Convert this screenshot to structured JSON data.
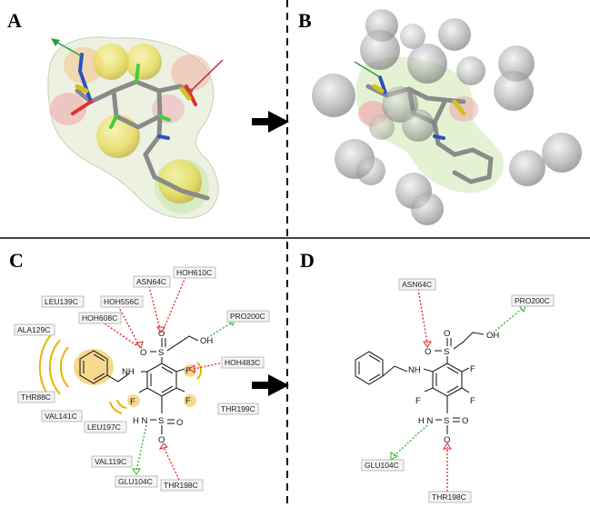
{
  "panels": {
    "a": {
      "letter": "A"
    },
    "b": {
      "letter": "B"
    },
    "c": {
      "letter": "C"
    },
    "d": {
      "letter": "D"
    }
  },
  "panel_c": {
    "residues": [
      "LEU139C",
      "ASN64C",
      "HOH610C",
      "HOH556C",
      "HOH608C",
      "ALA129C",
      "PRO200C",
      "HOH483C",
      "THR88C",
      "VAL141C",
      "THR199C",
      "LEU197C",
      "VAL119C",
      "GLU104C",
      "THR198C"
    ]
  },
  "panel_d": {
    "residues": [
      "ASN64C",
      "PRO200C",
      "GLU104C",
      "THR198C"
    ]
  },
  "atoms": {
    "oxygen": "O",
    "sulfur": "S",
    "hydroxyl": "OH",
    "amine": "NH",
    "amide": "H N",
    "fluorine": "F"
  },
  "colors": {
    "hbond_red": "#e02020",
    "hbond_green": "#22b022",
    "hydrophobic": "#e8b400",
    "divider": "#000000"
  }
}
